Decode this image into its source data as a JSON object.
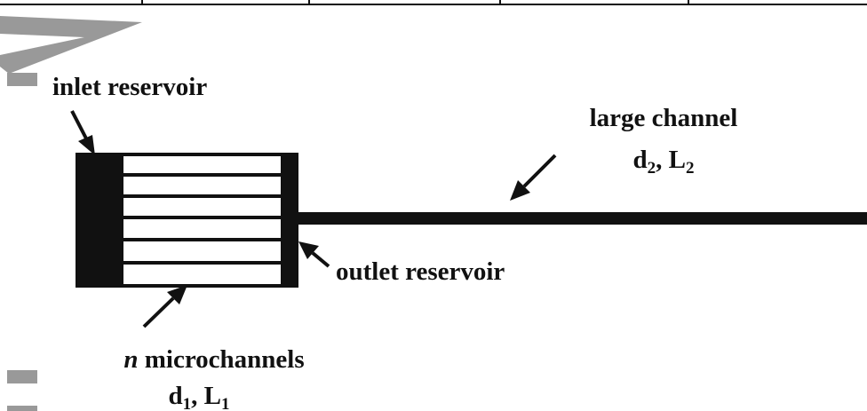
{
  "diagram": {
    "labels": {
      "inlet": "inlet reservoir",
      "outlet": "outlet reservoir",
      "large_channel": "large channel",
      "large_channel_dims": {
        "d": "d",
        "d_sub": "2",
        "sep": ", ",
        "L": "L",
        "L_sub": "2"
      },
      "micro_n": "n",
      "micro_rest": " microchannels",
      "micro_dims": {
        "d": "d",
        "d_sub": "1",
        "sep": ", ",
        "L": "L",
        "L_sub": "1"
      }
    },
    "colors": {
      "ink": "#111111",
      "gray_marks": "#999999"
    }
  }
}
